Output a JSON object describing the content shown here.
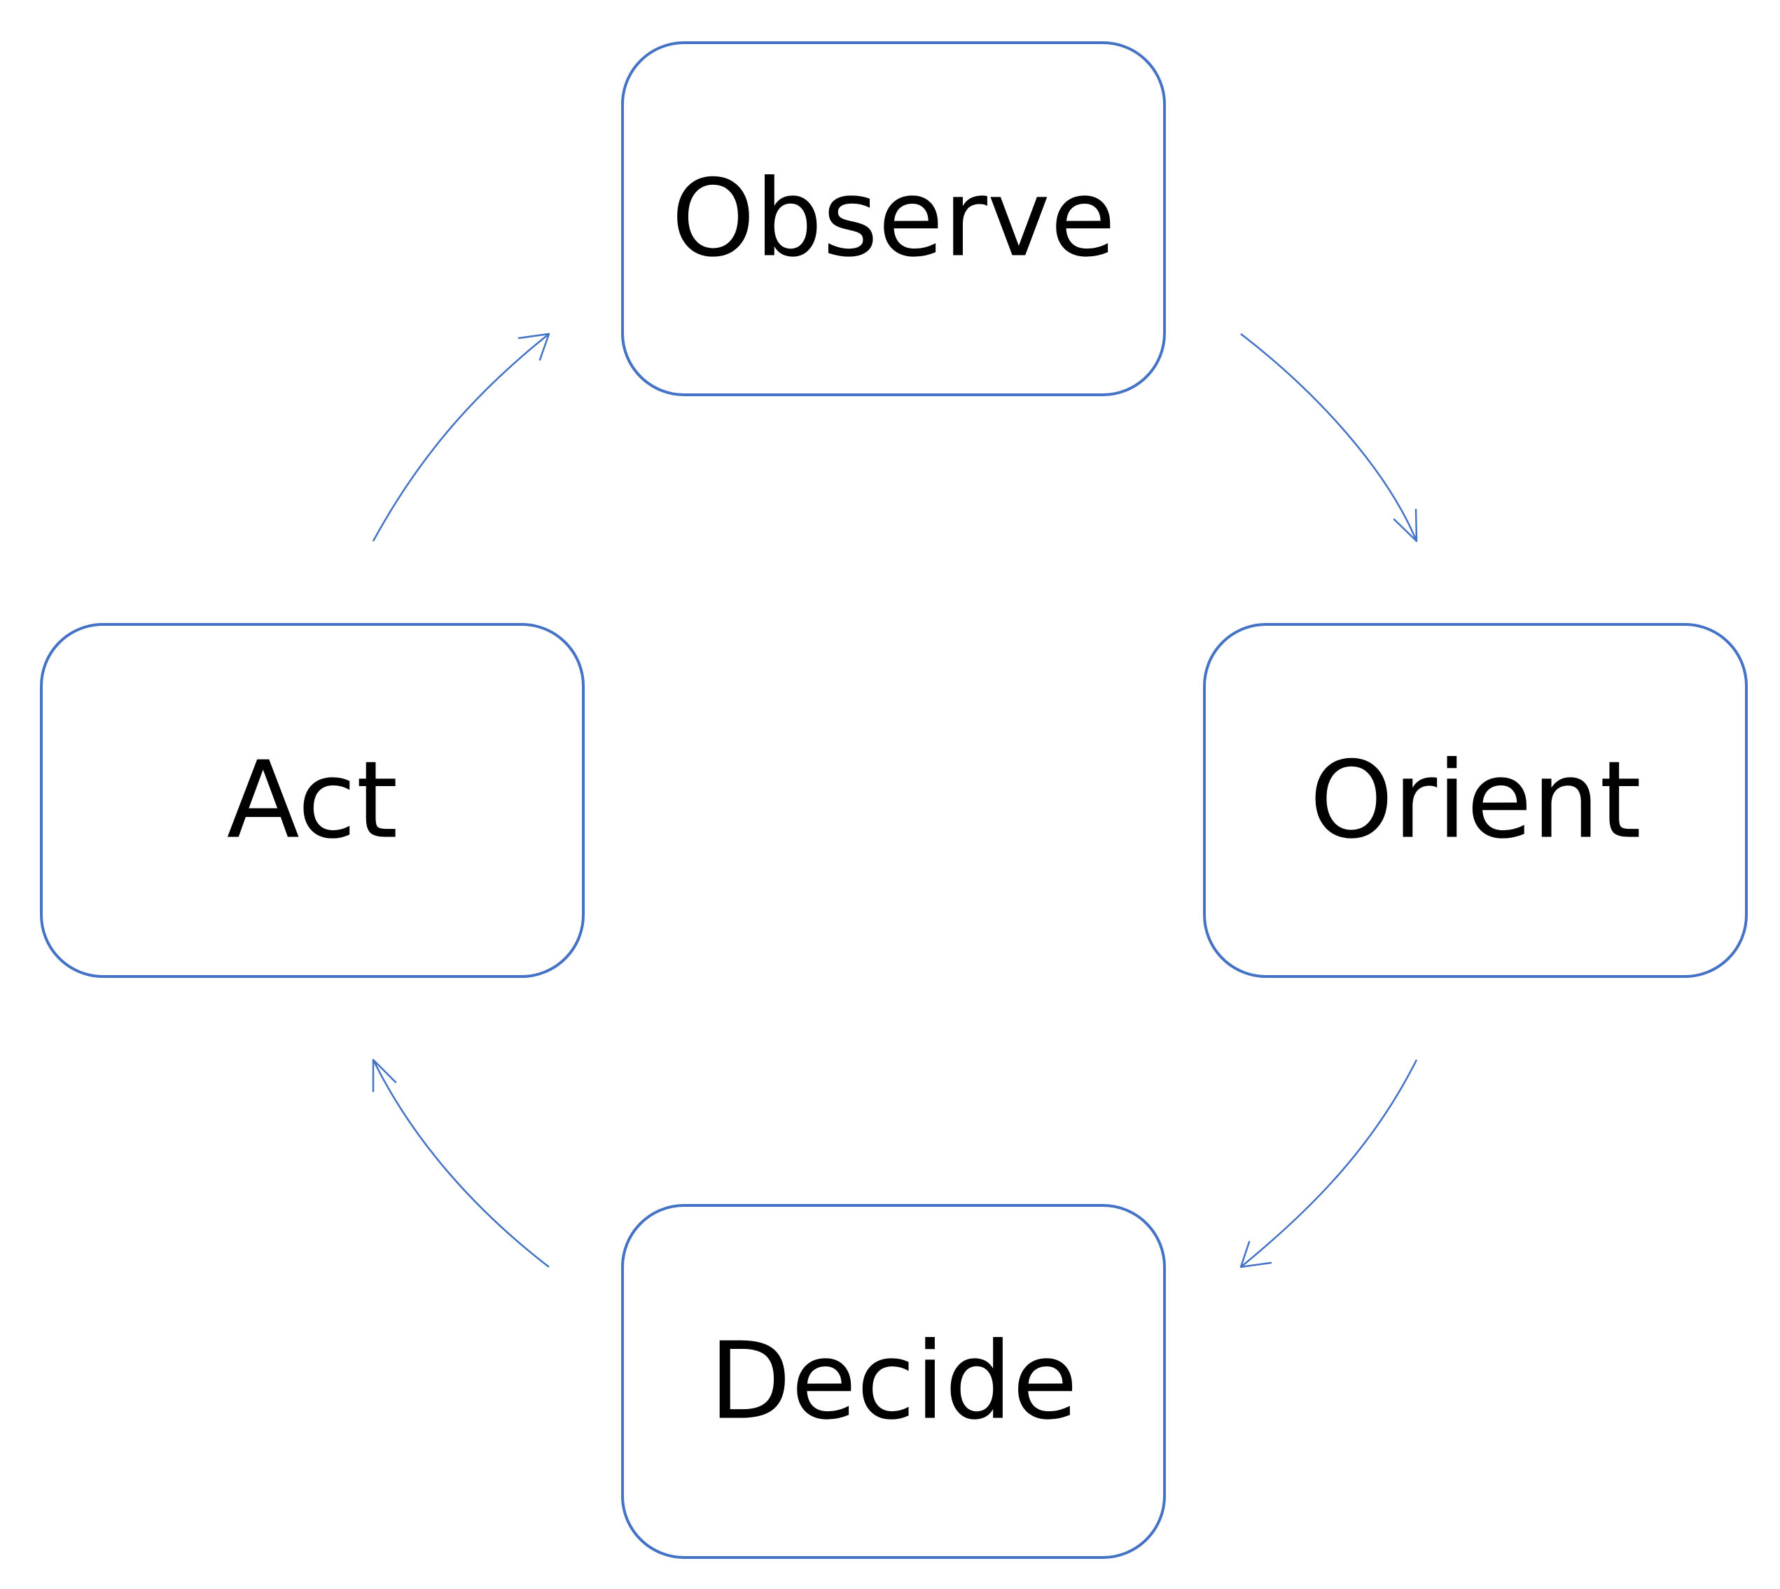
{
  "diagram": {
    "type": "cycle",
    "stroke_color": "#4472c4",
    "nodes": [
      {
        "id": "observe",
        "label": "Observe"
      },
      {
        "id": "orient",
        "label": "Orient"
      },
      {
        "id": "decide",
        "label": "Decide"
      },
      {
        "id": "act",
        "label": "Act"
      }
    ],
    "edges": [
      {
        "from": "observe",
        "to": "orient"
      },
      {
        "from": "orient",
        "to": "decide"
      },
      {
        "from": "decide",
        "to": "act"
      },
      {
        "from": "act",
        "to": "observe"
      }
    ]
  }
}
